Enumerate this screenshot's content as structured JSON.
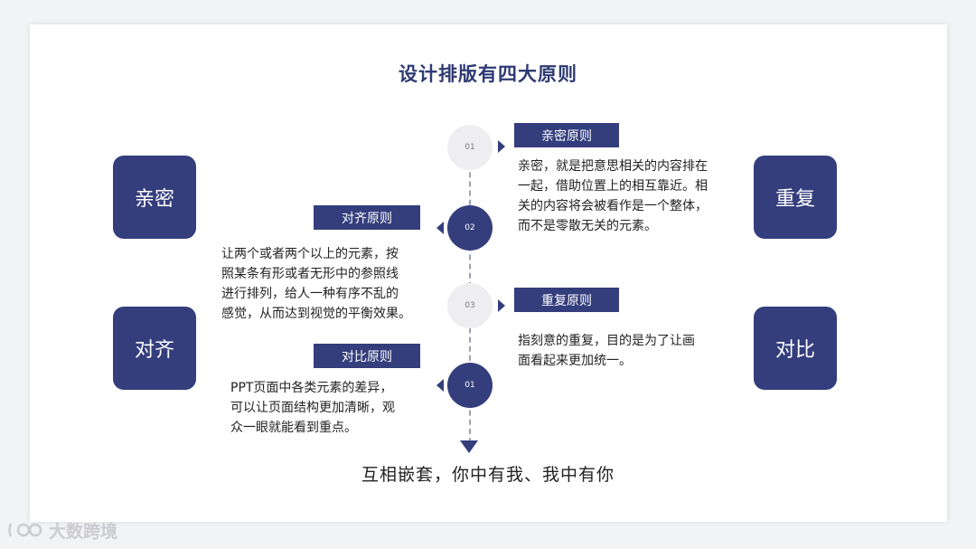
{
  "title": "设计排版有四大原则",
  "side_boxes": {
    "top_left": "亲密",
    "bottom_left": "对齐",
    "top_right": "重复",
    "bottom_right": "对比"
  },
  "steps": [
    {
      "number": "01",
      "label": "亲密原则",
      "description": [
        "亲密，就是把意思相关的内容排在",
        "一起，借助位置上的相互靠近。相",
        "关的内容将会被看作是一个整体，",
        "而不是零散无关的元素。"
      ]
    },
    {
      "number": "02",
      "label": "对齐原则",
      "description": [
        "让两个或者两个以上的元素，按",
        "照某条有形或者无形中的参照线",
        "进行排列，给人一种有序不乱的",
        "感觉，从而达到视觉的平衡效果。"
      ]
    },
    {
      "number": "03",
      "label": "重复原则",
      "description": [
        "指刻意的重复，目的是为了让画",
        "面看起来更加统一。"
      ]
    },
    {
      "number": "01",
      "label": "对比原则",
      "description": [
        "PPT页面中各类元素的差异，",
        "可以让页面结构更加清晰，观",
        "众一眼就能看到重点。"
      ]
    }
  ],
  "bottom_text": "互相嵌套，你中有我、我中有你",
  "watermark": "大数跨境",
  "colors": {
    "primary": "#343e7d",
    "title": "#2e3a73",
    "light_circle": "#eeeef1"
  }
}
